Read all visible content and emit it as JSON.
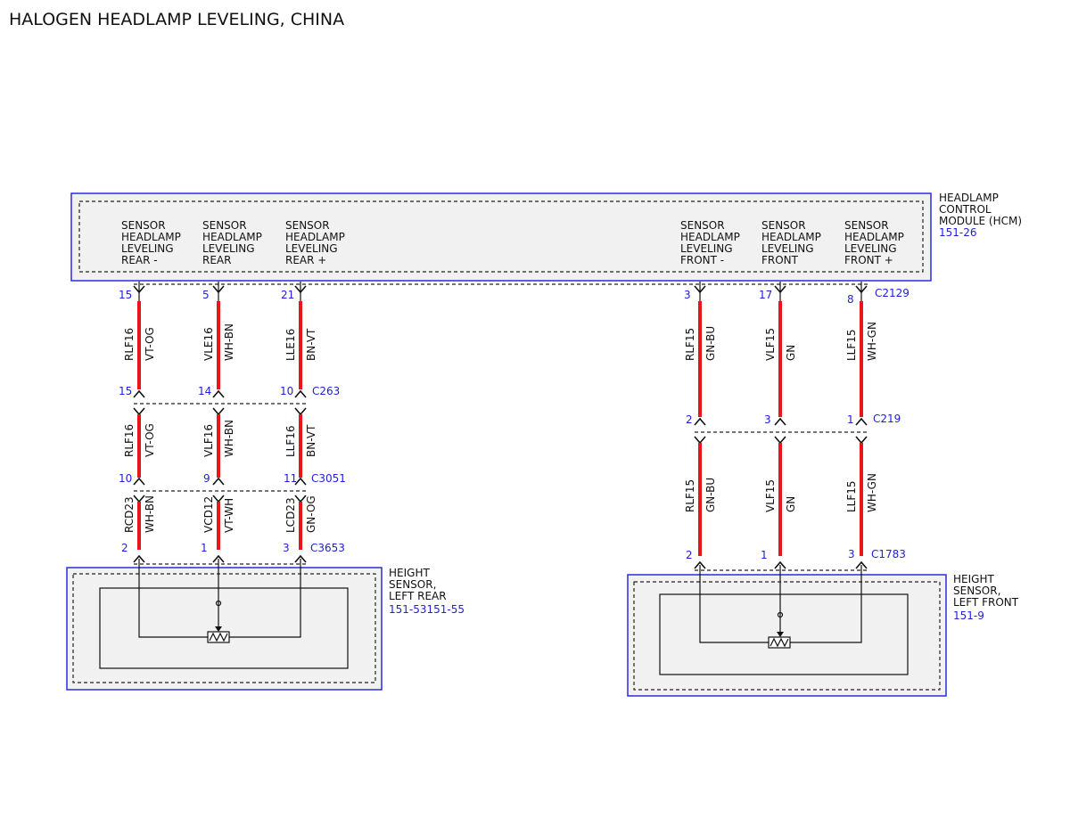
{
  "title": "HALOGEN HEADLAMP LEVELING, CHINA",
  "hcm": {
    "name_lines": [
      "HEADLAMP",
      "CONTROL",
      "MODULE (HCM)"
    ],
    "ref": "151-26",
    "connector_front": "C2129",
    "pins": [
      {
        "lines": [
          "SENSOR",
          "HEADLAMP",
          "LEVELING",
          "REAR -"
        ],
        "pin": "15"
      },
      {
        "lines": [
          "SENSOR",
          "HEADLAMP",
          "LEVELING",
          "REAR"
        ],
        "pin": "5"
      },
      {
        "lines": [
          "SENSOR",
          "HEADLAMP",
          "LEVELING",
          "REAR +"
        ],
        "pin": "21"
      },
      {
        "lines": [
          "SENSOR",
          "HEADLAMP",
          "LEVELING",
          "FRONT -"
        ],
        "pin": "3"
      },
      {
        "lines": [
          "SENSOR",
          "HEADLAMP",
          "LEVELING",
          "FRONT"
        ],
        "pin": "17"
      },
      {
        "lines": [
          "SENSOR",
          "HEADLAMP",
          "LEVELING",
          "FRONT +"
        ],
        "pin": "8"
      }
    ]
  },
  "rear": {
    "segments": [
      {
        "circuit": [
          "RLF16",
          "VLE16",
          "LLE16"
        ],
        "color": [
          "VT-OG",
          "WH-BN",
          "BN-VT"
        ]
      },
      {
        "circuit": [
          "RLF16",
          "VLF16",
          "LLF16"
        ],
        "color": [
          "VT-OG",
          "WH-BN",
          "BN-VT"
        ]
      },
      {
        "circuit": [
          "RCD23",
          "VCD12",
          "LCD23"
        ],
        "color": [
          "WH-BN",
          "VT-WH",
          "GN-OG"
        ]
      }
    ],
    "connectors": [
      {
        "name": "C263",
        "pins": [
          "15",
          "14",
          "10"
        ]
      },
      {
        "name": "C3051",
        "pins": [
          "10",
          "9",
          "11"
        ]
      },
      {
        "name": "C3653",
        "pins": [
          "2",
          "1",
          "3"
        ]
      }
    ],
    "sensor": {
      "name_lines": [
        "HEIGHT",
        "SENSOR,",
        "LEFT REAR"
      ],
      "ref": "151-53151-55"
    }
  },
  "front": {
    "segments": [
      {
        "circuit": [
          "RLF15",
          "VLF15",
          "LLF15"
        ],
        "color": [
          "GN-BU",
          "GN",
          "WH-GN"
        ]
      },
      {
        "circuit": [
          "RLF15",
          "VLF15",
          "LLF15"
        ],
        "color": [
          "GN-BU",
          "GN",
          "WH-GN"
        ]
      }
    ],
    "connectors": [
      {
        "name": "C219",
        "pins": [
          "2",
          "3",
          "1"
        ]
      },
      {
        "name": "C1783",
        "pins": [
          "2",
          "1",
          "3"
        ]
      }
    ],
    "sensor": {
      "name_lines": [
        "HEIGHT",
        "SENSOR,",
        "LEFT FRONT"
      ],
      "ref": "151-9"
    }
  },
  "colors": {
    "wire": "#e8151b",
    "connector_label": "#1f1fd6",
    "module_border": "#2a2ae0"
  }
}
